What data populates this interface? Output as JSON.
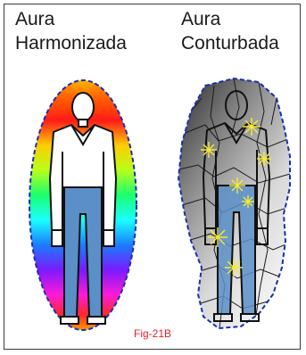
{
  "figure": {
    "left_title": "Aura\nHarmonizada",
    "right_title": "Aura\nConturbada",
    "label": "Fig-21B"
  },
  "colors": {
    "outline_dash": "#1a2fb0",
    "shirt": "#ffffff",
    "pants": "#5a8fc8",
    "figure_stroke": "#111111",
    "label": "#e8202a",
    "spark": "#f4ea3a"
  },
  "icons": {
    "left": "harmonized-aura-figure",
    "right": "disturbed-aura-figure"
  }
}
